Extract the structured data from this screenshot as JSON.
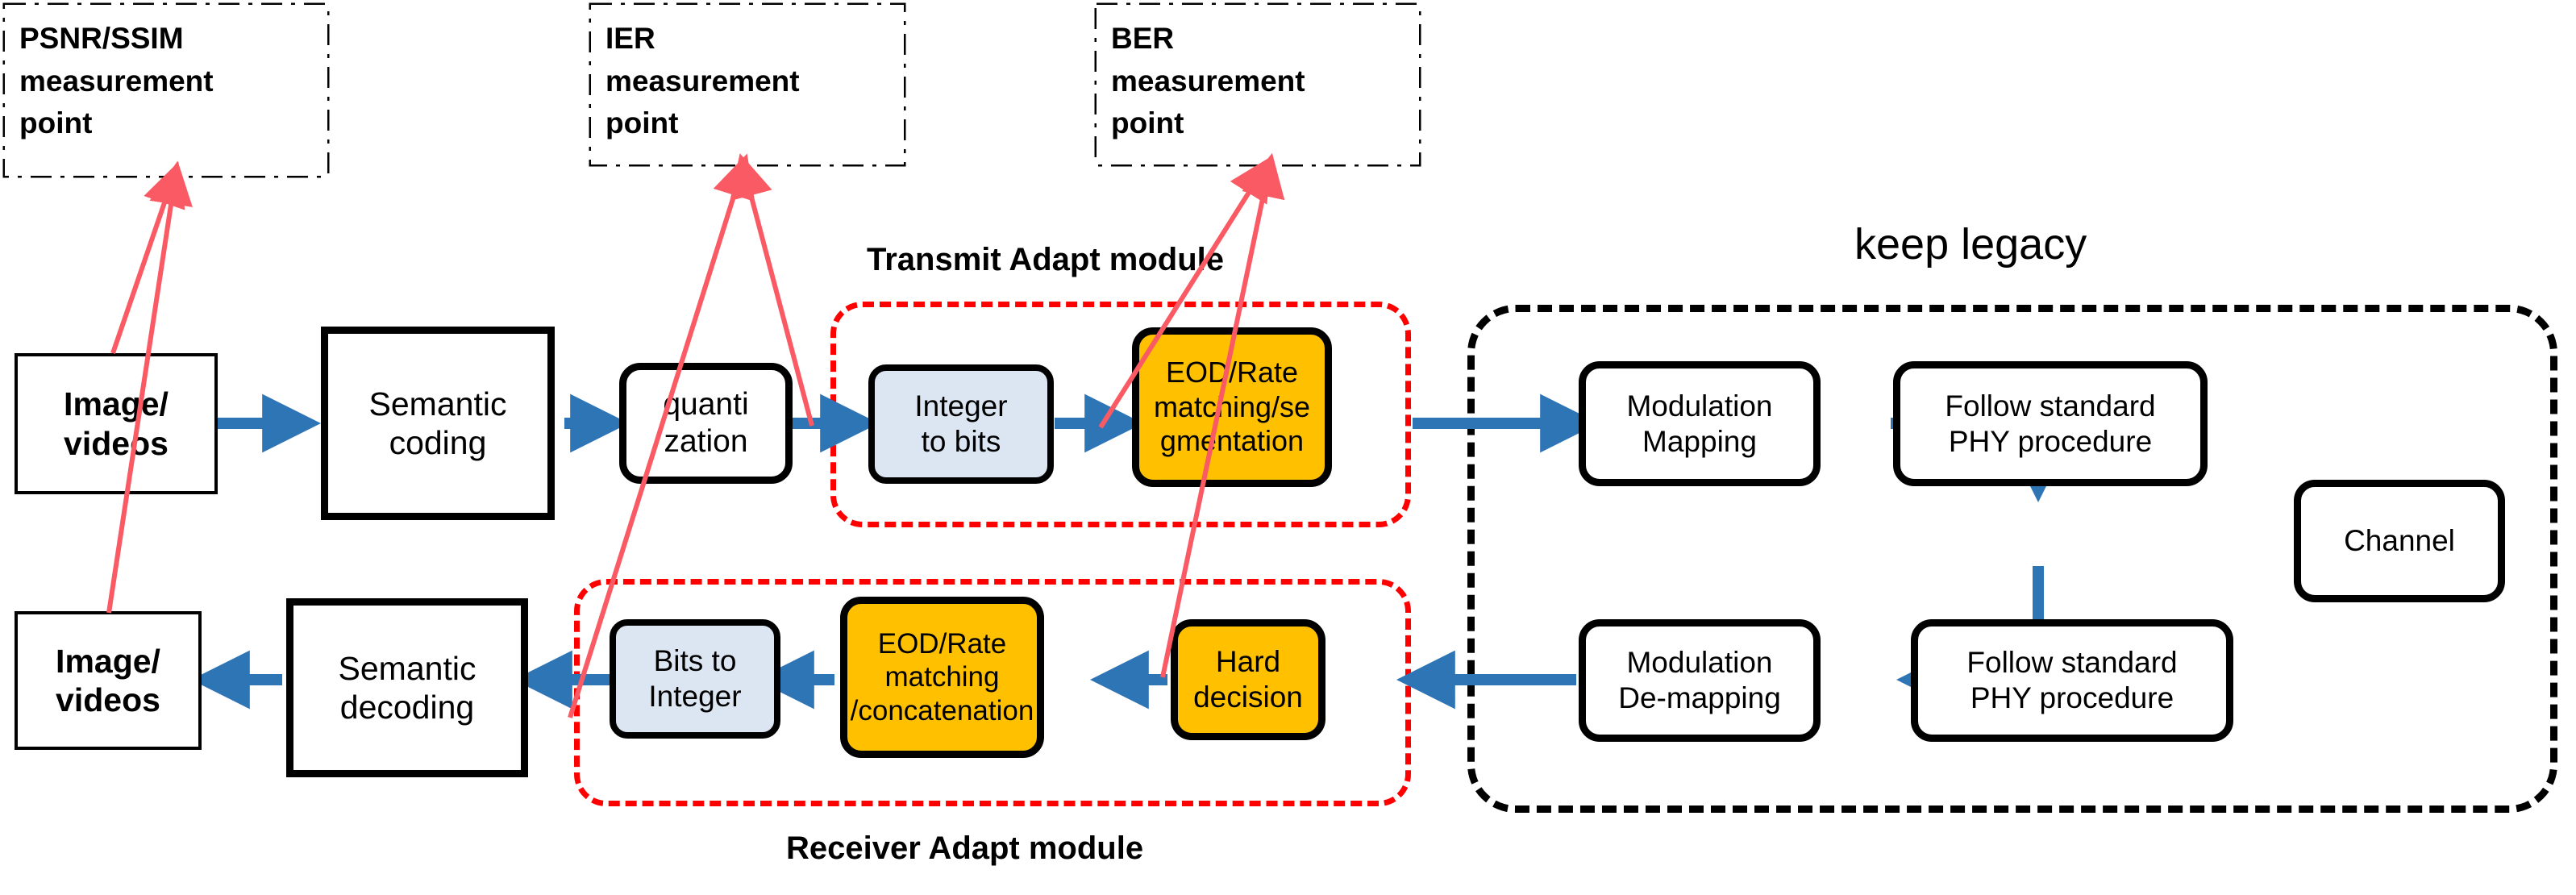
{
  "measurement_points": [
    {
      "id": "psnr-ssim",
      "text": "PSNR/SSIM\nmeasurement\npoint"
    },
    {
      "id": "ier",
      "text": "IER\nmeasurement\npoint"
    },
    {
      "id": "ber",
      "text": "BER\nmeasurement\npoint"
    }
  ],
  "captions": {
    "transmit_adapt": "Transmit Adapt module",
    "receiver_adapt": "Receiver Adapt module",
    "keep_legacy": "keep legacy"
  },
  "transmit_chain": {
    "source": "Image/\nvideos",
    "semantic_coding": "Semantic\ncoding",
    "quantization": "quanti\nzation",
    "integer_to_bits": "Integer\nto bits",
    "eod_rate_matching_segmentation": "EOD/Rate\nmatching/se\ngmentation"
  },
  "receive_chain": {
    "sink": "Image/\nvideos",
    "semantic_decoding": "Semantic\ndecoding",
    "bits_to_integer": "Bits to\nInteger",
    "eod_rate_matching_concatenation": "EOD/Rate\nmatching\n/concatenation",
    "hard_decision": "Hard\ndecision"
  },
  "legacy_chain": {
    "modulation_mapping": "Modulation\nMapping",
    "follow_standard_phy_tx": "Follow standard\nPHY procedure",
    "channel": "Channel",
    "follow_standard_phy_rx": "Follow standard\nPHY procedure",
    "modulation_demapping": "Modulation\nDe-mapping"
  },
  "colors": {
    "orange": "#FFC000",
    "light_blue": "#DCE6F2",
    "arrow_blue": "#2E75B6",
    "measure_red": "#FA5A64",
    "module_red": "#FF0000",
    "outline_black": "#000000"
  }
}
